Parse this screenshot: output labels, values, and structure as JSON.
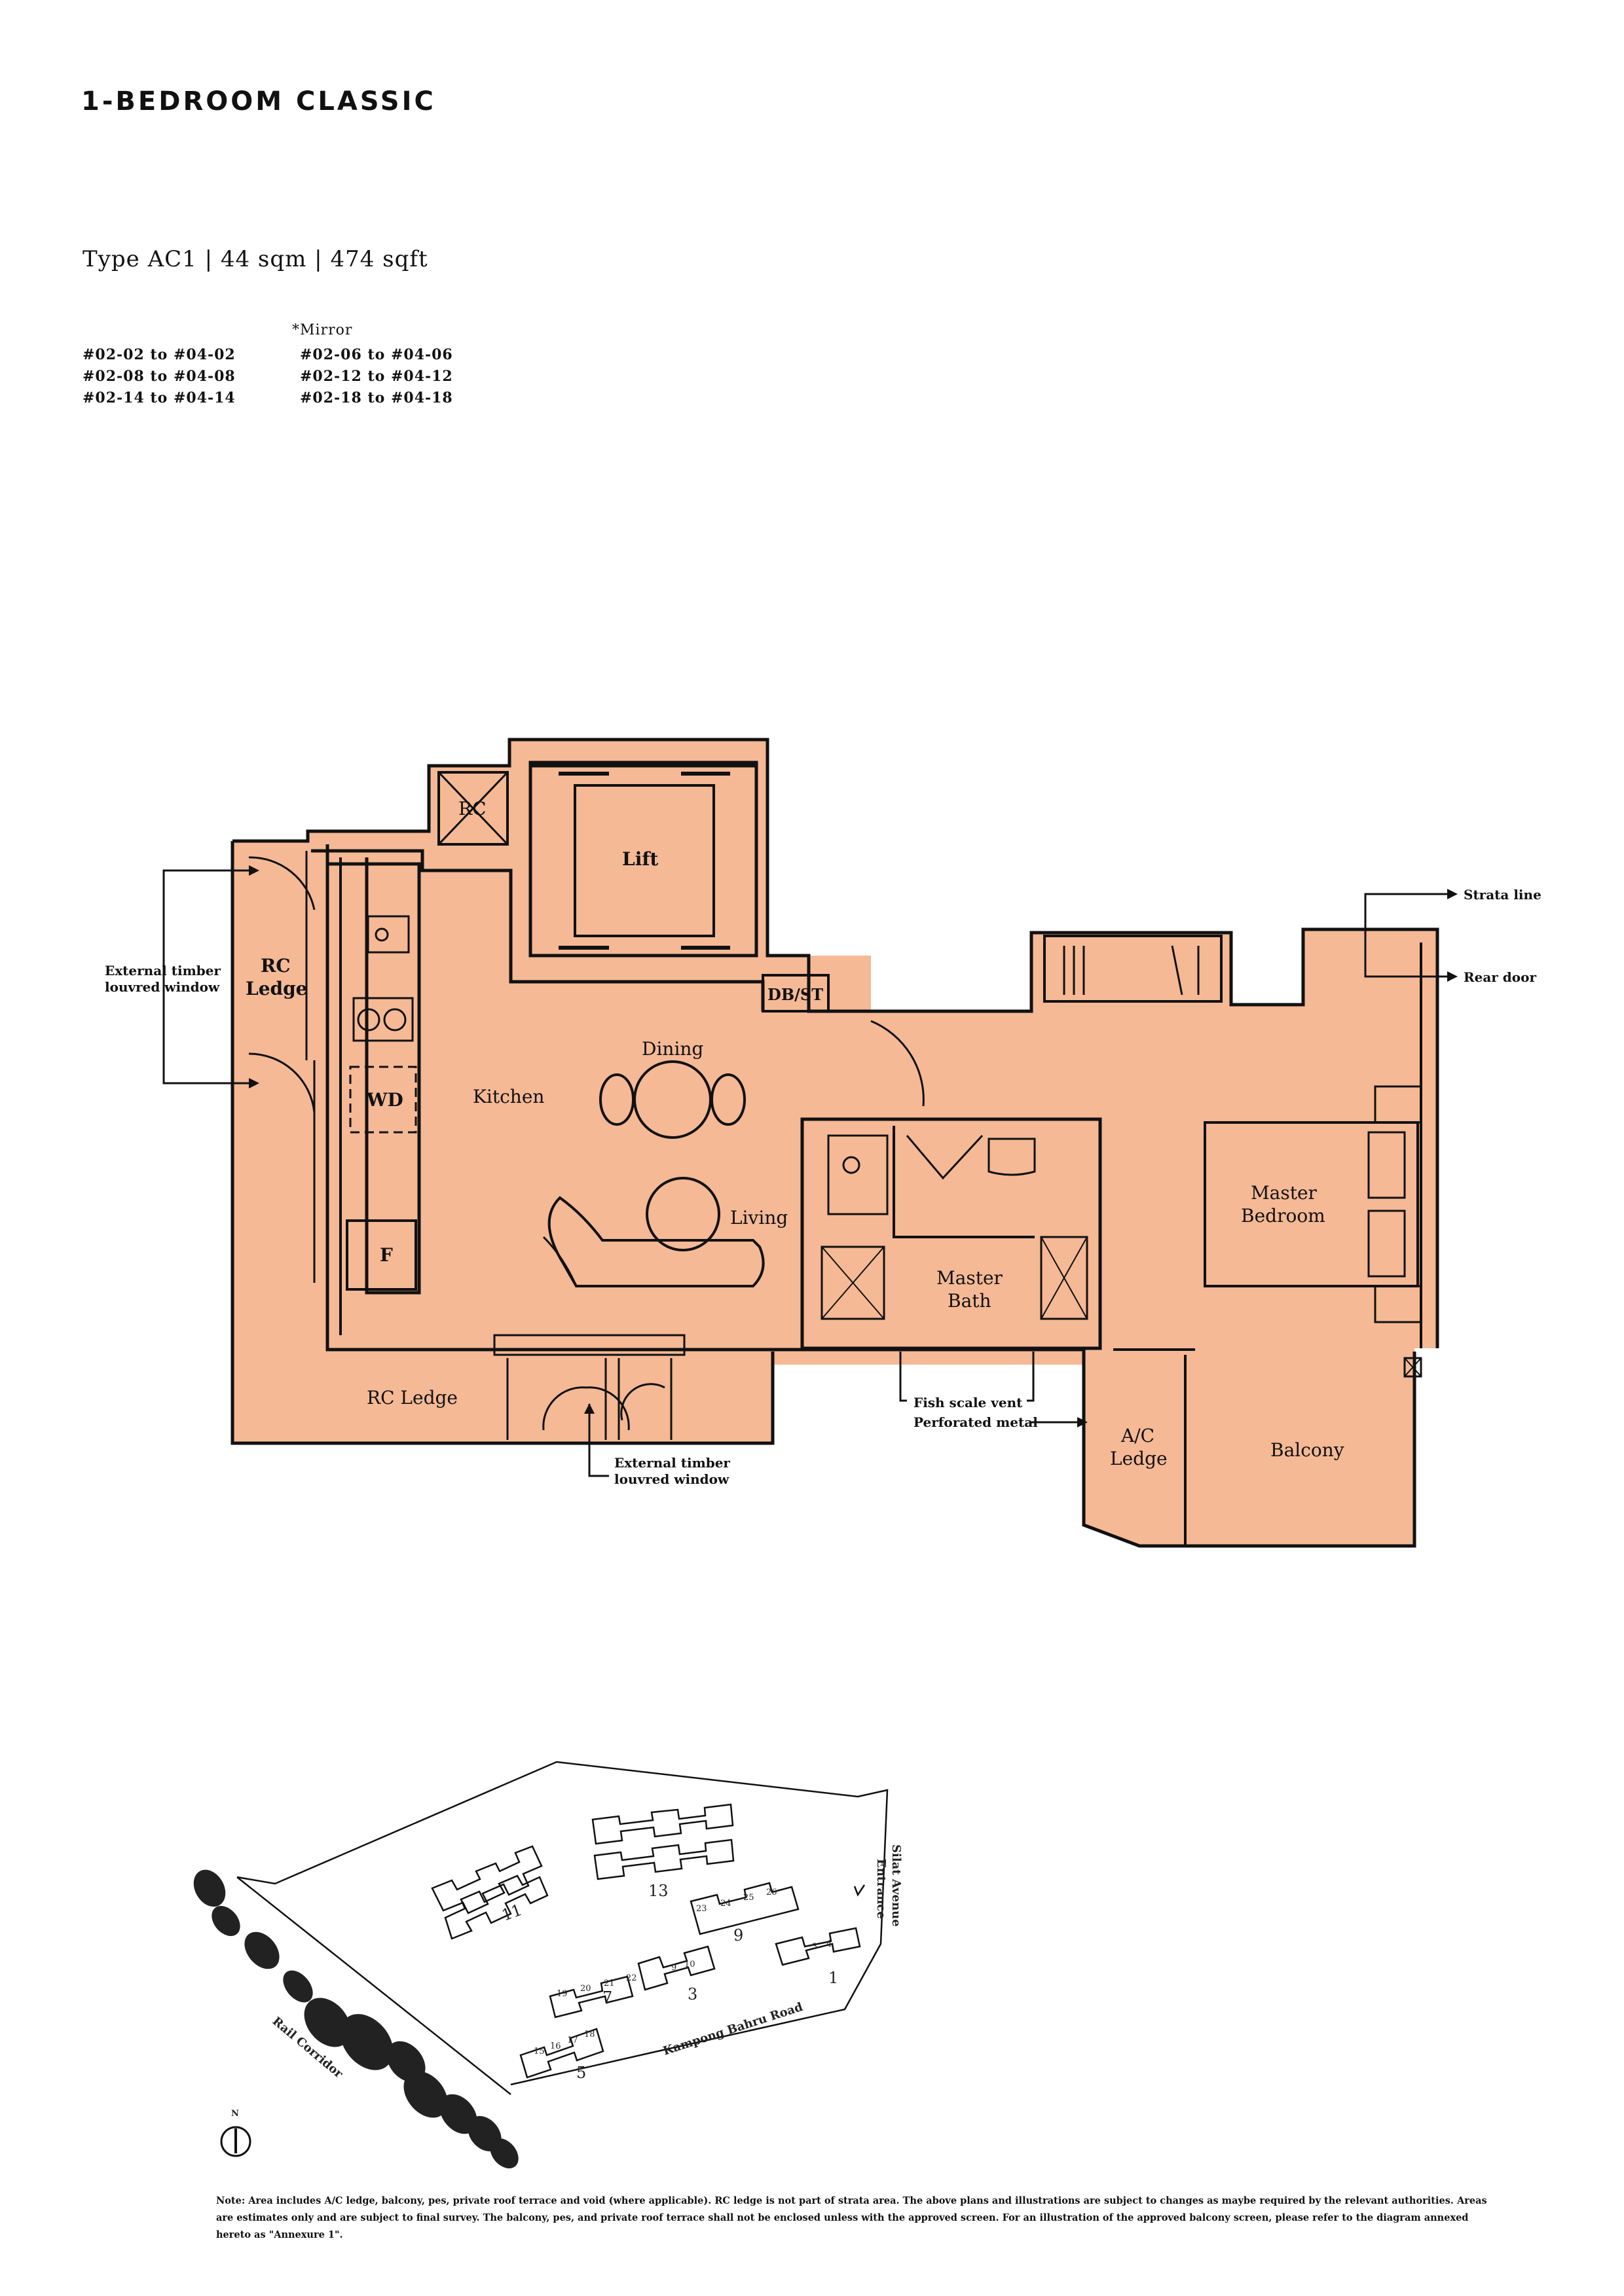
{
  "title": "1-BEDROOM CLASSIC",
  "type_line": "Type AC1 | 44 sqm | 474 sqft",
  "mirror_heading": "*Mirror",
  "units": [
    {
      "range": "#02-02 to #04-02",
      "mirror": "#02-06 to #04-06"
    },
    {
      "range": "#02-08 to #04-08",
      "mirror": "#02-12 to #04-12"
    },
    {
      "range": "#02-14 to #04-14",
      "mirror": "#02-18 to #04-18"
    }
  ],
  "plan": {
    "rooms": {
      "rc_top": "RC",
      "lift": "Lift",
      "rc_ledge_left_1": "RC",
      "rc_ledge_left_2": "Ledge",
      "kitchen": "Kitchen",
      "dining": "Dining",
      "living": "Living",
      "wd": "WD",
      "fridge": "F",
      "db_st": "DB/ST",
      "master_bath_1": "Master",
      "master_bath_2": "Bath",
      "master_bedroom_1": "Master",
      "master_bedroom_2": "Bedroom",
      "rc_ledge_bottom": "RC Ledge",
      "ac_ledge_1": "A/C",
      "ac_ledge_2": "Ledge",
      "balcony": "Balcony"
    },
    "annotations": {
      "ext_window_left_1": "External timber",
      "ext_window_left_2": "louvred window",
      "ext_window_bottom_1": "External timber",
      "ext_window_bottom_2": "louvred window",
      "strata_line": "Strata line",
      "rear_door": "Rear door",
      "fish_scale": "Fish scale vent",
      "perforated": "Perforated metal"
    }
  },
  "site_plan": {
    "blocks": [
      "11",
      "13",
      "9",
      "7",
      "3",
      "1",
      "5"
    ],
    "unit_numbers": [
      "23",
      "24",
      "25",
      "26",
      "19",
      "20",
      "21",
      "22",
      "9",
      "10",
      "3",
      "4",
      "15",
      "16",
      "17",
      "18"
    ],
    "entrance_1": "Silat Avenue",
    "entrance_2": "Entrance",
    "road": "Kampong Bahru Road",
    "corridor": "Rail Corridor",
    "north": "N"
  },
  "note": "Note: Area includes A/C ledge, balcony, pes, private roof terrace and void (where applicable). RC ledge is not part of strata area. The above plans and illustrations are subject to changes as maybe required by the relevant authorities. Areas are estimates only and are subject to final survey. The balcony, pes, and private roof terrace shall not be enclosed unless with the approved screen. For an illustration of the approved balcony screen, please refer to the diagram annexed hereto as \"Annexure 1\".",
  "colors": {
    "fill": "#f5b995",
    "line": "#111111"
  }
}
